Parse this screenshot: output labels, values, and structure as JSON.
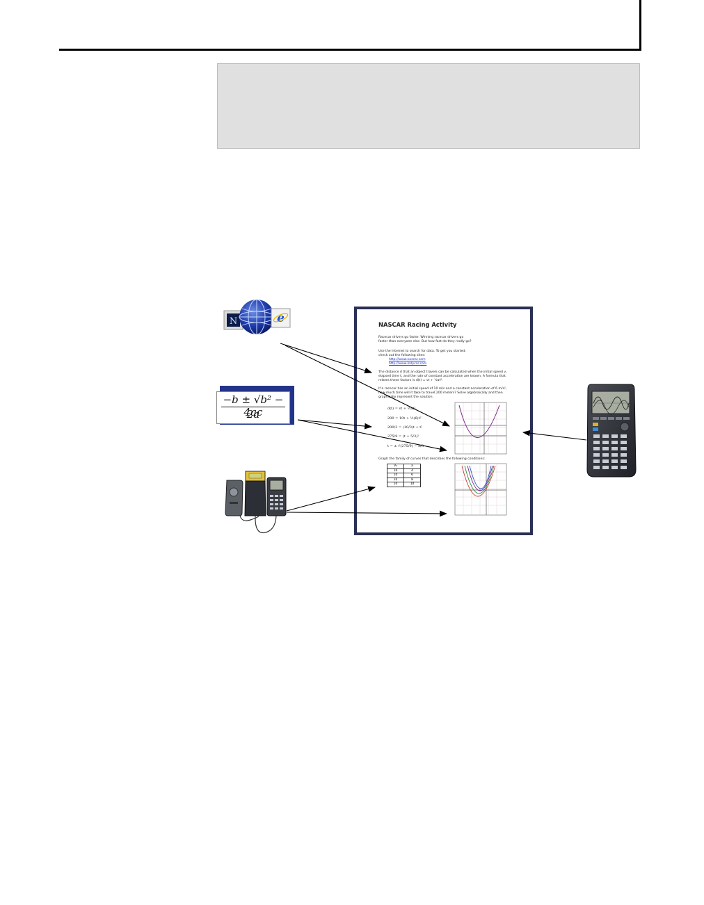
{
  "document": {
    "title": "NASCAR Racing Activity",
    "intro": [
      "Racecar drivers go faster. Winning racecar drivers go",
      "faster than everyone else. But how fast do they really go?"
    ],
    "search_text": [
      "Use the Internet to search for data. To get you started,",
      "check out the following sites:"
    ],
    "links": [
      "http://www.nascar.com",
      "http://www.indycar.com"
    ],
    "distance_text": [
      "The distance d that an object travels can be calculated when the initial speed v,",
      "elapsed time t, and the rate of constant acceleration are known. A formula that",
      "relates these factors is d(t) = vt + ½at²."
    ],
    "problem_text": [
      "If a racecar has an initial speed of 10 m/s and a constant acceleration of 6 m/s²,",
      "how much time will it take to travel 200 meters? Solve algebraically and then",
      "graphically represent the solution."
    ],
    "equations": [
      "d(t) = vt + ½at²",
      "200 = 10t + ½(6)t²",
      "200/3 = (10/3)t + t²",
      "275/9 = (t + 5/3)²",
      "t = ± √(275/9) − 5/3"
    ],
    "graph_text": "Graph the family of curves that describes the following conditions:",
    "table": [
      [
        "V₀",
        "a"
      ],
      [
        "10",
        "4"
      ],
      [
        "10",
        "6"
      ],
      [
        "10",
        "8"
      ],
      [
        "10",
        "10"
      ]
    ]
  },
  "formula_card": {
    "numerator": "−b ± √b² − 4ac",
    "denominator": "2a"
  },
  "icons": {
    "browser_n_letter": "N",
    "browser_e_letter": "e",
    "names": [
      "netscape-icon",
      "globe-icon",
      "internet-explorer-icon",
      "graphing-calculator-icon",
      "data-collection-devices-icon"
    ]
  },
  "colors": {
    "note_box": "#e0e0e0",
    "doc_frame": "#2a2f55",
    "formula_shadow": "#22348a",
    "link": "#1a33c8"
  }
}
